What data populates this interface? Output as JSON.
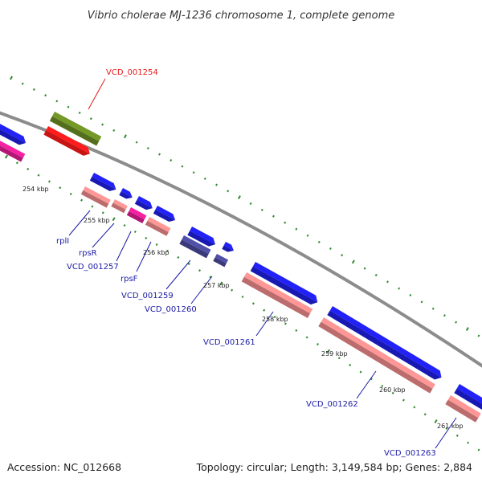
{
  "title": "Vibrio cholerae MJ-1236 chromosome 1, complete genome",
  "accession": "Accession: NC_012668",
  "summary": "Topology: circular; Length: 3,149,584 bp; Genes: 2,884",
  "colors": {
    "backbone": "#8c8c8c",
    "tick": "#2e8b2e",
    "blue": "#1f1fe6",
    "pink": "#f08c8c",
    "magenta": "#e61e96",
    "navy": "#4a4a9c",
    "red": "#ff1a1a",
    "olive": "#6b8e23",
    "label_blue": "#1a1aa6",
    "label_red": "#e61a1a"
  },
  "kbp_ticks": [
    {
      "text": "254 kbp"
    },
    {
      "text": "255 kbp"
    },
    {
      "text": "256 kbp"
    },
    {
      "text": "257 kbp"
    },
    {
      "text": "258 kbp"
    },
    {
      "text": "259 kbp"
    },
    {
      "text": "260 kbp"
    },
    {
      "text": "261 kbp"
    }
  ],
  "genes": [
    {
      "name": "VCD_001254",
      "color": "label_red"
    },
    {
      "name": "rplI",
      "color": "label_blue"
    },
    {
      "name": "rpsR",
      "color": "label_blue"
    },
    {
      "name": "VCD_001257",
      "color": "label_blue"
    },
    {
      "name": "rpsF",
      "color": "label_blue"
    },
    {
      "name": "VCD_001259",
      "color": "label_blue"
    },
    {
      "name": "VCD_001260",
      "color": "label_blue"
    },
    {
      "name": "VCD_001261",
      "color": "label_blue"
    },
    {
      "name": "VCD_001262",
      "color": "label_blue"
    },
    {
      "name": "VCD_001263",
      "color": "label_blue"
    }
  ]
}
